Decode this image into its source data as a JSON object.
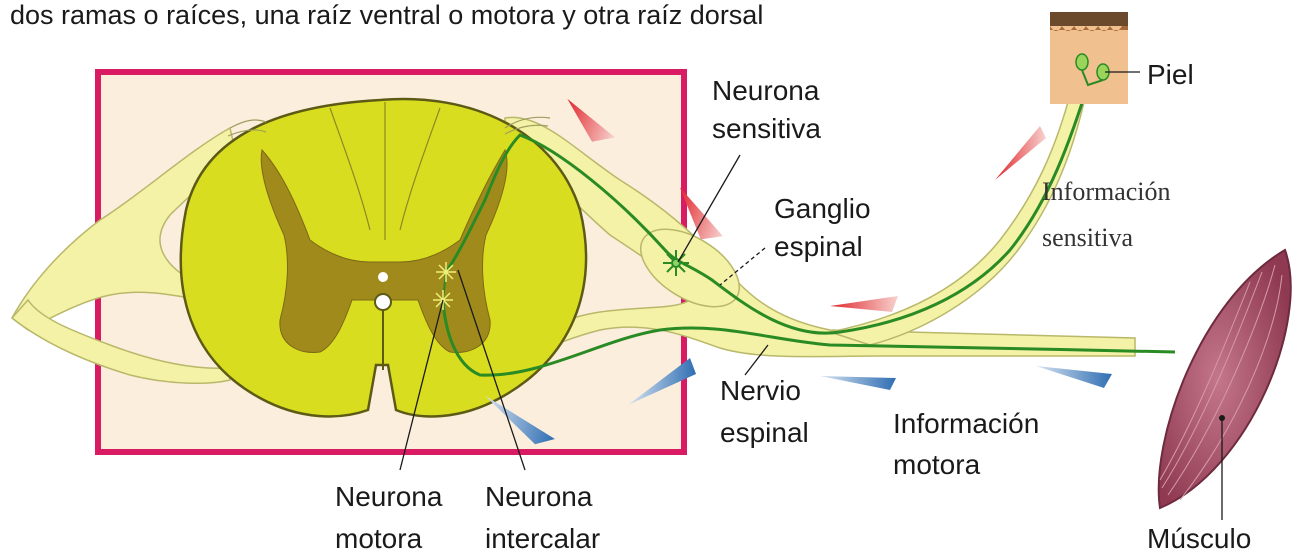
{
  "caption": "dos ramas o raíces, una raíz ventral o motora y otra raíz dorsal",
  "labels": {
    "neurona_sensitiva": [
      "Neurona",
      "sensitiva"
    ],
    "ganglio_espinal": [
      "Ganglio",
      "espinal"
    ],
    "piel": "Piel",
    "informacion_sensitiva": [
      "Información",
      "sensitiva"
    ],
    "nervio_espinal": [
      "Nervio",
      "espinal"
    ],
    "informacion_motora": [
      "Información",
      "motora"
    ],
    "neurona_motora": [
      "Neurona",
      "motora"
    ],
    "neurona_intercalar": [
      "Neurona",
      "intercalar"
    ],
    "musculo": "Músculo"
  },
  "colors": {
    "frame_border": "#d81b63",
    "frame_fill": "#fbeedd",
    "white_matter": "#d9dd1f",
    "gray_matter": "#a08a1c",
    "nerve_fill": "#f3f2a6",
    "nerve_stroke": "#b9b86a",
    "neuron_line": "#2a8a24",
    "sensory_arrow": "#e0262c",
    "motor_arrow": "#2f6eb3",
    "skin": "#f0c08f",
    "muscle": "#a24a62"
  }
}
